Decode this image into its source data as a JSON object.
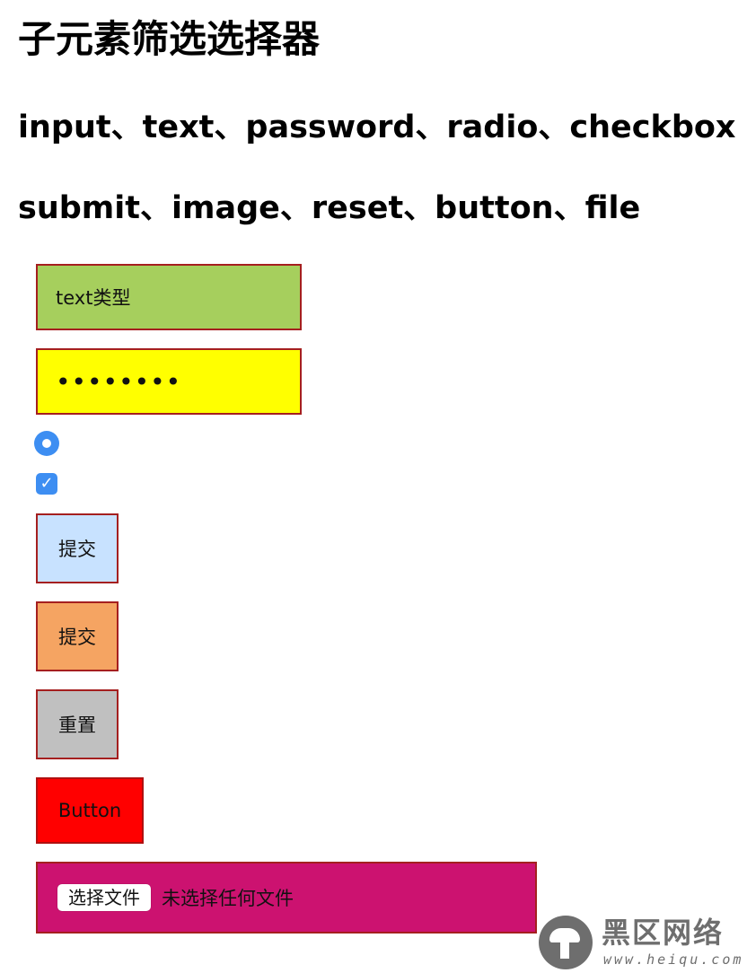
{
  "page": {
    "title": "子元素筛选选择器",
    "subtitle_line1": "input、text、password、radio、checkbox",
    "subtitle_line2": "submit、image、reset、button、file"
  },
  "inputs": {
    "text_value": "text类型",
    "password_mask": "••••••••",
    "radio_checked": true,
    "checkbox_checked": true,
    "submit_label": "提交",
    "image_label": "提交",
    "reset_label": "重置",
    "button_label": "Button",
    "file_choose_label": "选择文件",
    "file_status": "未选择任何文件"
  },
  "colors": {
    "text_bg": "#a6cf5d",
    "password_bg": "#ffff00",
    "submit_bg": "#c8e2ff",
    "image_bg": "#f5a462",
    "reset_bg": "#c0c0c0",
    "button_bg": "#ff0000",
    "file_bg": "#cc1270",
    "border": "#a51f1f",
    "control_accent": "#3d8ef2"
  },
  "watermark": {
    "title": "黑区网络",
    "url": "www.heiqu.com",
    "icon": "mushroom-logo-icon"
  }
}
